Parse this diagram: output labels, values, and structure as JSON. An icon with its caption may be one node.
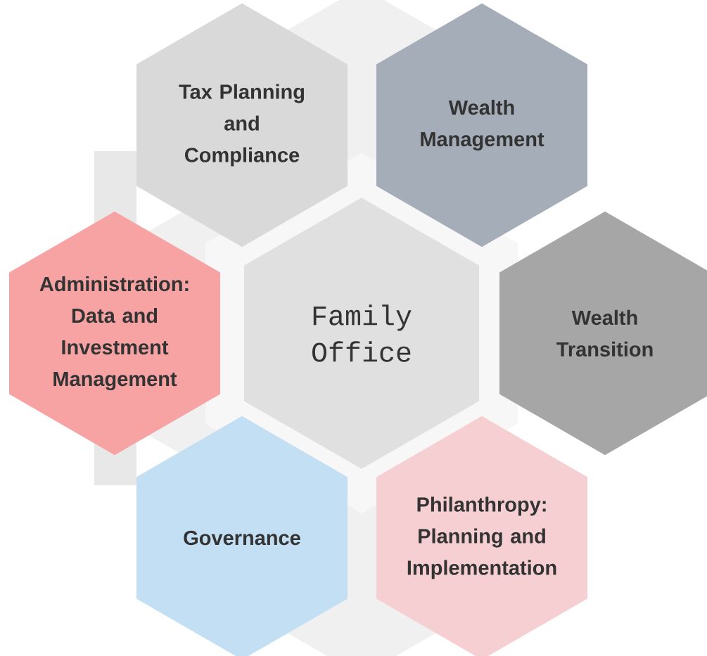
{
  "diagram": {
    "nodes": [
      {
        "text": [
          "Family Office"
        ]
      },
      {
        "text": [
          "Tax Planning and Compliance"
        ]
      },
      {
        "text": [
          "Wealth Management"
        ]
      },
      {
        "text": [
          "Administration: Data and Investment Management"
        ]
      },
      {
        "text": [
          "Wealth Transition"
        ]
      },
      {
        "text": [
          "Governance"
        ]
      },
      {
        "text": [
          "Philanthropy: Planning and Implementation"
        ]
      }
    ]
  }
}
